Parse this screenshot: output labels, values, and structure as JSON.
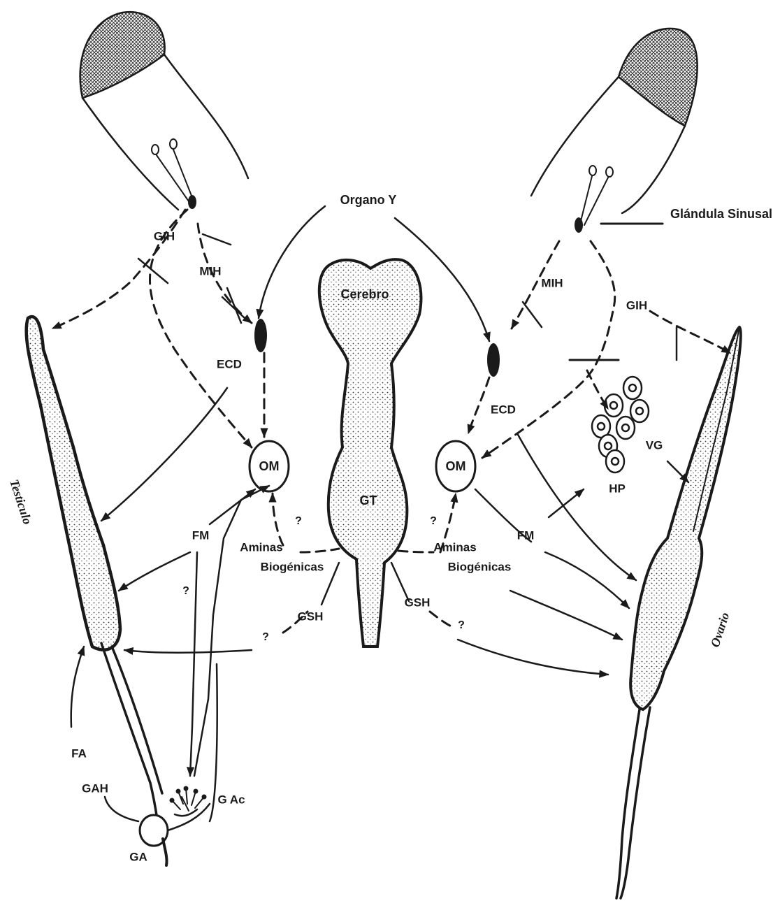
{
  "labels": {
    "organo_y": "Organo Y",
    "glandula_sinusal": "Glándula Sinusal",
    "cerebro": "Cerebro",
    "gt": "GT",
    "gih_left": "GIH",
    "mih_left": "MIH",
    "ecd_left": "ECD",
    "om_left": "OM",
    "fm_left": "FM",
    "aminas_left_1": "Aminas",
    "aminas_left_2": "Biogénicas",
    "gsh_left": "GSH",
    "fa": "FA",
    "gah": "GAH",
    "ga": "GA",
    "gac": "G Ac",
    "testiculo": "Testiculo",
    "mih_right": "MIH",
    "gih_right": "GIH",
    "ecd_right": "ECD",
    "om_right": "OM",
    "vg": "VG",
    "hp": "HP",
    "fm_right": "FM",
    "aminas_right_1": "Aminas",
    "aminas_right_2": "Biogénicas",
    "gsh_right": "GSH",
    "ovario": "Ovario",
    "q": "?"
  }
}
